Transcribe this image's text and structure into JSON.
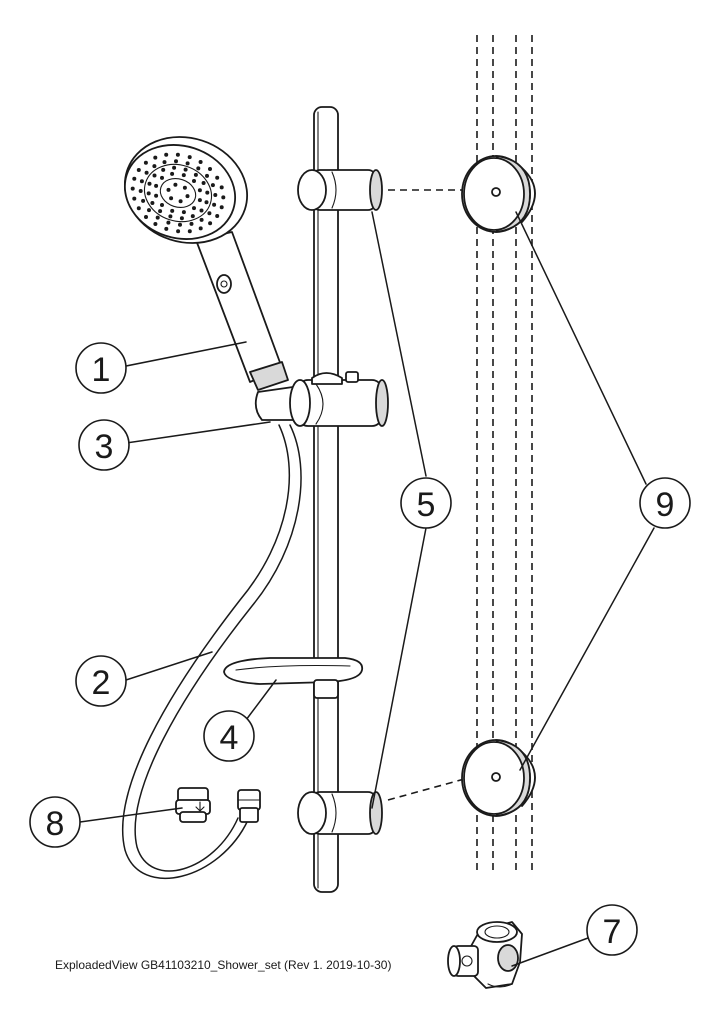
{
  "callouts": [
    {
      "id": "1",
      "label": "1"
    },
    {
      "id": "2",
      "label": "2"
    },
    {
      "id": "3",
      "label": "3"
    },
    {
      "id": "4",
      "label": "4"
    },
    {
      "id": "5",
      "label": "5"
    },
    {
      "id": "7",
      "label": "7"
    },
    {
      "id": "8",
      "label": "8"
    },
    {
      "id": "9",
      "label": "9"
    }
  ],
  "footer": {
    "caption": "ExploadedView GB41103210_Shower_set  (Rev 1. 2019-10-30)"
  },
  "colors": {
    "line": "#1a1a1a",
    "background": "#ffffff",
    "shade": "#d9d9d9"
  }
}
